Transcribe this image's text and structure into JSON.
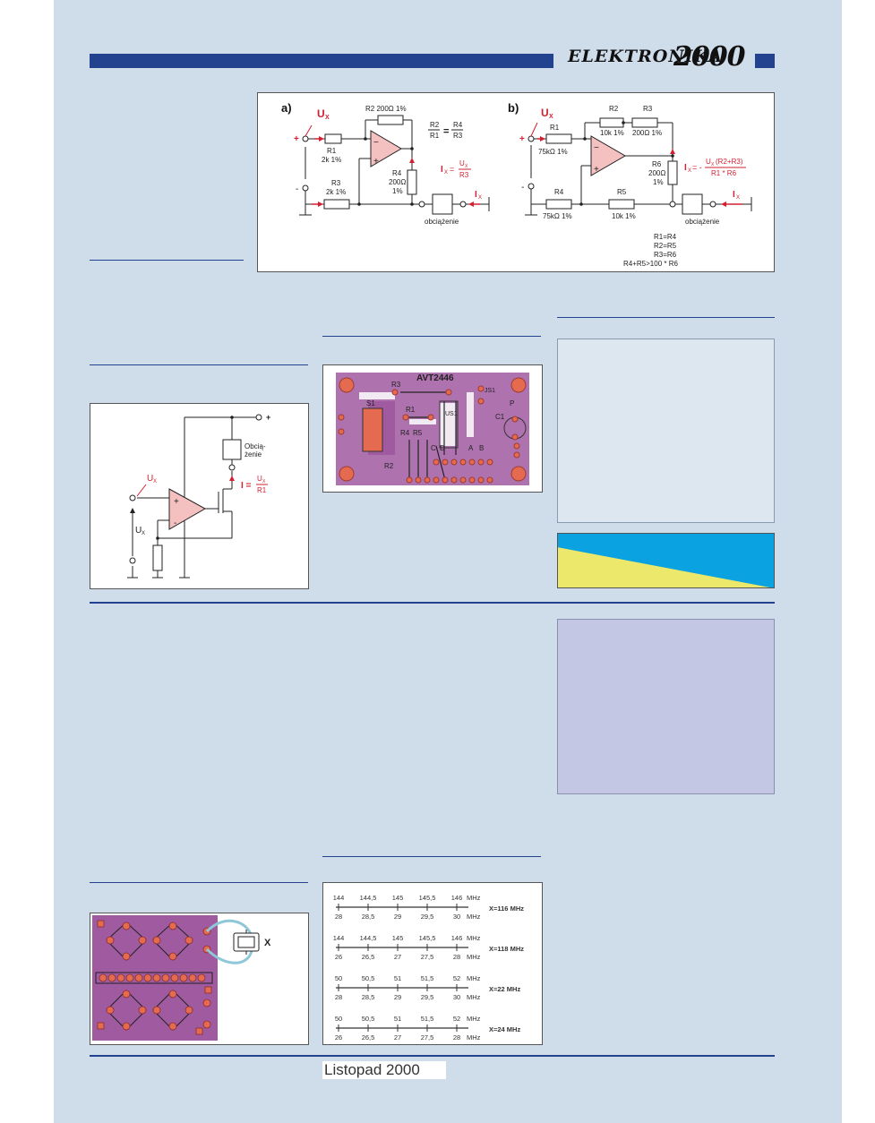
{
  "header": {
    "logo_word": "ELEKTRONIKA",
    "logo_year": "2000"
  },
  "fig_top": {
    "a": {
      "label": "a)",
      "ux": "U",
      "ux_sub": "X",
      "plus": "+",
      "minus": "-",
      "r2": "R2 200Ω 1%",
      "r1": "R1",
      "r1v": "2k 1%",
      "r3": "R3",
      "r3v": "2k 1%",
      "r4": "R4",
      "r4v1": "200Ω",
      "r4v2": "1%",
      "ratio_tl": "R2",
      "ratio_bl": "R1",
      "ratio_eq": "=",
      "ratio_tr": "R4",
      "ratio_br": "R3",
      "ix": "I",
      "ix_sub": "X",
      "ix_eq": "=",
      "ix_num": "U",
      "ix_num_sub": "X",
      "ix_den": "R3",
      "load": "obciążenie"
    },
    "b": {
      "label": "b)",
      "ux": "U",
      "ux_sub": "X",
      "plus": "+",
      "minus": "-",
      "r1": "R1",
      "r1v": "75kΩ 1%",
      "r2": "R2",
      "r2v": "10k 1%",
      "r3": "R3",
      "r3v": "200Ω 1%",
      "r4": "R4",
      "r4v": "75kΩ 1%",
      "r5": "R5",
      "r5v": "10k 1%",
      "r6": "R6",
      "r6v1": "200Ω",
      "r6v2": "1%",
      "ix": "I",
      "ix_sub": "X",
      "ix_eq": "= -",
      "ix_num": "U",
      "ix_num_sub": "X",
      "ix_num_rest": "(R2+R3)",
      "ix_den": "R1 * R6",
      "load": "obciążenie",
      "conds": [
        "R1=R4",
        "R2=R5",
        "R3=R6",
        "R4+R5>100 * R6"
      ]
    }
  },
  "fig_left": {
    "plus": "+",
    "load1": "Obcią-",
    "load2": "żenie",
    "i_eq": "I =",
    "num": "U",
    "num_sub": "X",
    "den": "R1",
    "ux": "U",
    "ux_sub": "X",
    "ux2": "U",
    "ux2_sub": "X",
    "op_plus": "+",
    "op_minus": "-"
  },
  "pcb_mid": {
    "title": "AVT2446",
    "labels": [
      "R3",
      "S1",
      "R1",
      "R4",
      "R5",
      "R2",
      "C",
      "D",
      "A",
      "B",
      "C1",
      "P",
      "US1",
      "JS1"
    ]
  },
  "pcb_left": {
    "x_label": "X"
  },
  "scales": {
    "unit": "MHz",
    "rows": [
      {
        "top": [
          "144",
          "144,5",
          "145",
          "145,5",
          "146"
        ],
        "bottom": [
          "28",
          "28,5",
          "29",
          "29,5",
          "30"
        ],
        "tag": "X=116 MHz"
      },
      {
        "top": [
          "144",
          "144,5",
          "145",
          "145,5",
          "146"
        ],
        "bottom": [
          "26",
          "26,5",
          "27",
          "27,5",
          "28"
        ],
        "tag": "X=118 MHz"
      },
      {
        "top": [
          "50",
          "50,5",
          "51",
          "51,5",
          "52"
        ],
        "bottom": [
          "28",
          "28,5",
          "29",
          "29,5",
          "30"
        ],
        "tag": "X=22 MHz"
      },
      {
        "top": [
          "50",
          "50,5",
          "51",
          "51,5",
          "52"
        ],
        "bottom": [
          "26",
          "26,5",
          "27",
          "27,5",
          "28"
        ],
        "tag": "X=24 MHz"
      }
    ]
  },
  "colors": {
    "sheet": "#cfdcea",
    "rule": "#22418f",
    "opamp": "#f5c0c0",
    "red": "#d22030",
    "pcb": "#a05aa0",
    "pad": "#e56b50",
    "panel_light": "#dde7ef",
    "panel_lilac": "#c3c7e3",
    "yellow": "#ece86b",
    "cyan": "#0aa2e0"
  },
  "footer": {
    "date": "Listopad 2000"
  }
}
